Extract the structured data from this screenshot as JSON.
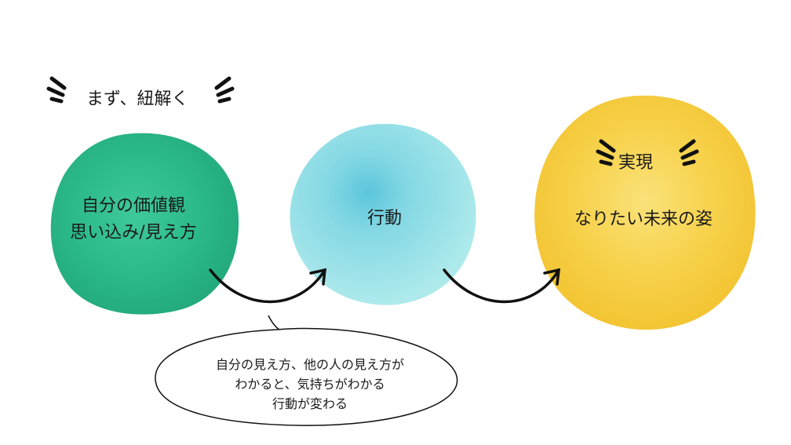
{
  "heading": "まず、紐解く",
  "circle1": {
    "line1": "自分の価値観",
    "line2": "思い込み/見え方",
    "color": "#2fbf8f"
  },
  "circle2": {
    "label": "行動",
    "color": "#7fd9e0"
  },
  "circle3": {
    "heading": "実現",
    "label": "なりたい未来の姿",
    "color": "#f6cc3c"
  },
  "bubble": {
    "line1": "自分の見え方、他の人の見え方が",
    "line2": "わかると、気持ちがわかる",
    "line3": "行動が変わる"
  }
}
